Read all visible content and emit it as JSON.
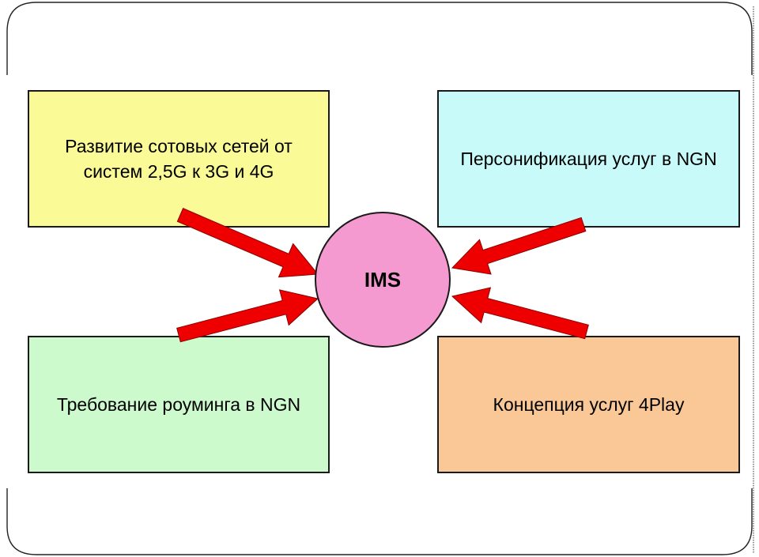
{
  "center": {
    "label": "IMS",
    "color": "#f59ad0"
  },
  "boxes": {
    "top_left": {
      "text": "Развитие сотовых сетей от систем 2,5G к 3G и 4G",
      "color": "#fafa96"
    },
    "top_right": {
      "text": "Персонификация услуг в NGN",
      "color": "#c8fafa"
    },
    "bottom_left": {
      "text": "Требование роуминга в NGN",
      "color": "#ccfacc"
    },
    "bottom_right": {
      "text": "Концепция услуг 4Play",
      "color": "#fac896"
    }
  },
  "arrow_color": "#ee0000"
}
